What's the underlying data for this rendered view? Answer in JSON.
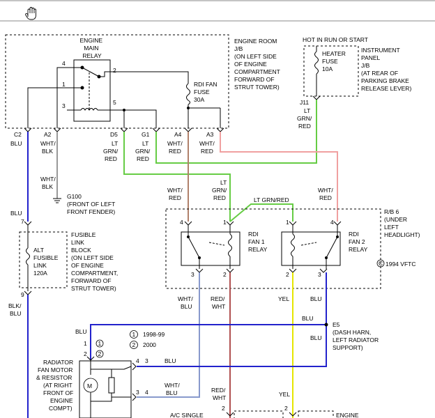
{
  "toolbar": {
    "cursor_icon": "hand-cursor-icon"
  },
  "colors": {
    "blu": "#2222cc",
    "grn_red": "#66cc44",
    "wht_red": "#b0806a",
    "red_wht": "#b05050",
    "wht_blu": "#8899cc",
    "yel": "#e6e600",
    "wht_blk": "#999999",
    "pink": "#f0a0a0"
  },
  "engine_room_jb": {
    "lines": [
      "ENGINE ROOM",
      "J/B",
      "(ON LEFT SIDE",
      "OF ENGINE",
      "COMPARTMENT",
      "FORWARD OF",
      "STRUT TOWER)"
    ]
  },
  "engine_main_relay": {
    "lines": [
      "ENGINE",
      "MAIN",
      "RELAY"
    ],
    "pins": [
      "4",
      "1",
      "3",
      "2",
      "5"
    ]
  },
  "rdi_fan_fuse": {
    "lines": [
      "RDI FAN",
      "FUSE",
      "30A"
    ]
  },
  "hot_in_run": {
    "label": "HOT IN RUN OR START"
  },
  "heater_fuse": {
    "lines": [
      "HEATER",
      "FUSE",
      "10A"
    ]
  },
  "instrument_panel": {
    "lines": [
      "INSTRUMENT",
      "PANEL",
      "J/B",
      "(AT REAR OF",
      "PARKING BRAKE",
      "RELEASE LEVER)"
    ]
  },
  "j11": {
    "pin": "J11",
    "wire": [
      "LT",
      "GRN/",
      "RED"
    ]
  },
  "connectors": {
    "c2": "C2",
    "a2": "A2",
    "d5": "D5",
    "g1": "G1",
    "a4": "A4",
    "a3": "A3"
  },
  "wires_top": {
    "blu": "BLU",
    "wht_blk": [
      "WHT/",
      "BLK"
    ],
    "lt_grn_red_1": [
      "LT",
      "GRN/",
      "RED"
    ],
    "lt_grn_red_2": [
      "LT",
      "GRN/",
      "RED"
    ],
    "wht_red_1": [
      "WHT/",
      "RED"
    ],
    "wht_red_2": [
      "WHT/",
      "RED"
    ]
  },
  "ground": {
    "wire": [
      "WHT/",
      "BLK"
    ],
    "id": "G100",
    "lines": [
      "(FRONT OF LEFT",
      "FRONT FENDER)"
    ]
  },
  "mid_wires": {
    "wht_red_l": [
      "WHT/",
      "RED"
    ],
    "lt_grn_red_m": [
      "LT",
      "GRN/",
      "RED"
    ],
    "lt_grn_red_h": "LT GRN/RED",
    "wht_red_r": [
      "WHT/",
      "RED"
    ],
    "blu_left": "BLU"
  },
  "rb6": {
    "lines": [
      "R/B 6",
      "(UNDER",
      "LEFT",
      "HEADLIGHT)"
    ]
  },
  "copyright": "1994 VFTC",
  "copyright_symbol": "C",
  "rdi_fan1_relay": {
    "lines": [
      "RDI",
      "FAN 1",
      "RELAY"
    ],
    "pins_top": [
      "4",
      "1"
    ],
    "pins_bottom": [
      "3",
      "2"
    ]
  },
  "rdi_fan2_relay": {
    "lines": [
      "RDI",
      "FAN 2",
      "RELAY"
    ],
    "pins_top": [
      "1",
      "4"
    ],
    "pins_bottom": [
      "2",
      "3"
    ]
  },
  "fusible_link": {
    "pin_top": "7",
    "pin_bottom": "9",
    "inner": [
      "ALT",
      "FUSIBLE",
      "LINK",
      "120A"
    ],
    "desc": [
      "FUSIBLE",
      "LINK",
      "BLOCK",
      "(ON LEFT SIDE",
      "OF ENGINE",
      "COMPARTMENT,",
      "FORWARD OF",
      "STRUT TOWER)"
    ]
  },
  "lower_wires": {
    "blk_blu": [
      "BLK/",
      "BLU"
    ],
    "wht_blu": [
      "WHT/",
      "BLU"
    ],
    "red_wht": [
      "RED/",
      "WHT"
    ],
    "yel": "YEL",
    "blu": "BLU",
    "blu_e5": "BLU",
    "blu_e5_below": "BLU"
  },
  "e5": {
    "id": "E5",
    "lines": [
      "(DASH HARN,",
      "LEFT RADIATOR",
      "SUPPORT)"
    ]
  },
  "legend": {
    "items": [
      {
        "num": "1",
        "text": "1998-99"
      },
      {
        "num": "2",
        "text": "2000"
      }
    ]
  },
  "bottom": {
    "blu_top": "BLU",
    "pin_row1": [
      "1",
      "1"
    ],
    "pin_row2": [
      "2",
      "2"
    ],
    "motor_lines": [
      "RADIATOR",
      "FAN MOTOR",
      "& RESISTOR",
      "(AT RIGHT",
      "FRONT OF",
      "ENGINE",
      "COMPT)"
    ],
    "motor_symbol": "M",
    "motor_pins_a": [
      "4",
      "3"
    ],
    "motor_pins_b": [
      "3",
      "4"
    ],
    "blu_right": "BLU",
    "wht_blu": [
      "WHT/",
      "BLU"
    ],
    "red_wht": [
      "RED/",
      "WHT"
    ],
    "yel": "YEL",
    "pin_2a": "2",
    "pin_2b": "2",
    "ac_single": "A/C SINGLE",
    "engine": "ENGINE"
  }
}
